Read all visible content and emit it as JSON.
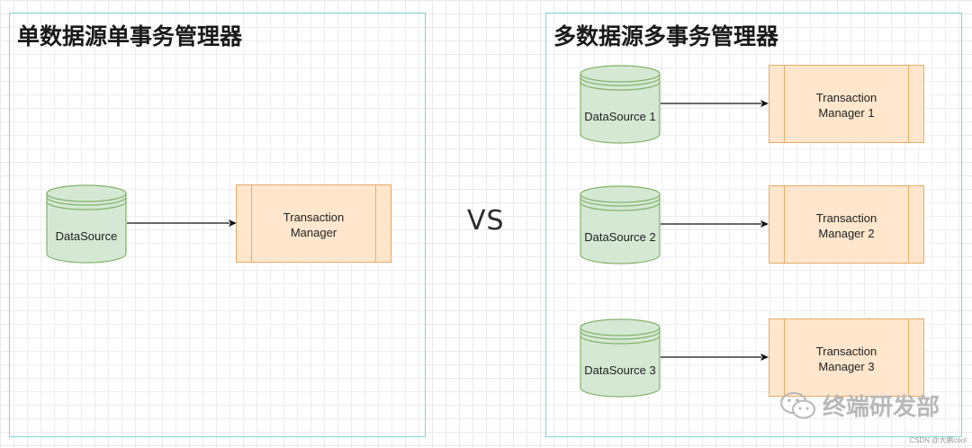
{
  "panels": {
    "single": {
      "title": "单数据源单事务管理器"
    },
    "multi": {
      "title": "多数据源多事务管理器"
    }
  },
  "single": {
    "datasource": "DataSource",
    "manager": "Transaction\nManager"
  },
  "multi": {
    "pairs": [
      {
        "datasource": "DataSource 1",
        "manager": "Transaction\nManager 1"
      },
      {
        "datasource": "DataSource 2",
        "manager": "Transaction\nManager 2"
      },
      {
        "datasource": "DataSource 3",
        "manager": "Transaction\nManager 3"
      }
    ]
  },
  "vs": "VS",
  "watermark": "终端研发部",
  "credit": "CSDN @大鹏cool",
  "colors": {
    "panel_border": "#7fd6d4",
    "datasource_fill": "#d5e8d4",
    "datasource_stroke": "#82b366",
    "manager_fill": "#ffe6cc",
    "manager_stroke": "#e3ad6b"
  }
}
